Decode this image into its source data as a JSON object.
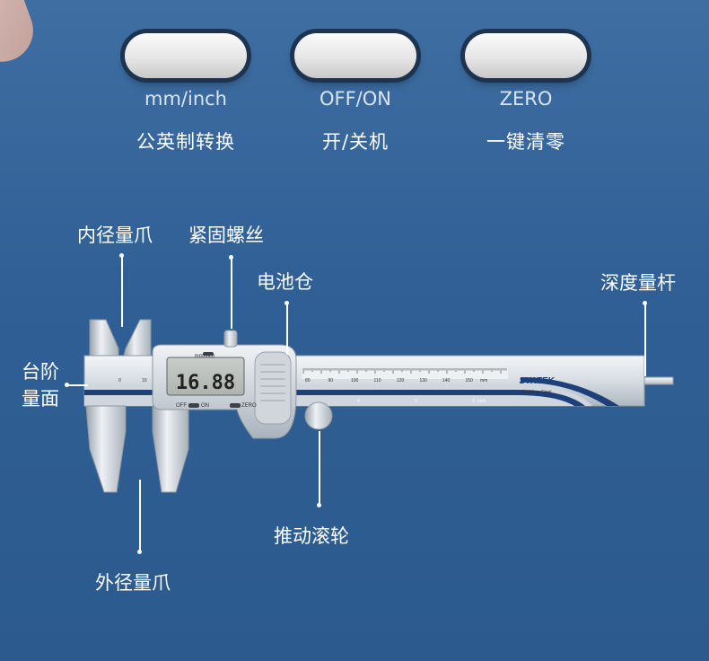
{
  "buttons": [
    {
      "label_en": "mm/inch",
      "label_cn": "公英制转换"
    },
    {
      "label_en": "OFF/ON",
      "label_cn": "开/关机"
    },
    {
      "label_en": "ZERO",
      "label_cn": "一键清零"
    }
  ],
  "callouts": {
    "inner_jaw": "内径量爪",
    "lock_screw": "紧固螺丝",
    "battery": "电池仓",
    "depth_rod": "深度量杆",
    "step_line1": "台阶",
    "step_line2": "量面",
    "thumb_roller": "推动滚轮",
    "outer_jaw": "外径量爪"
  },
  "device": {
    "display_value": "16.88",
    "display_unit": "mm/inch",
    "off_on": "OFF",
    "on": "ON",
    "zero": "ZERO",
    "brand": "SYATEK",
    "material": "Stainless Steel",
    "scale_unit_mm": "mm",
    "scale_unit_inch": "inch",
    "scale_labels_left": [
      "0",
      "10"
    ],
    "scale_labels_right": [
      "80",
      "90",
      "100",
      "110",
      "120",
      "130",
      "140",
      "150"
    ],
    "inch_labels": [
      "4",
      "5",
      "6"
    ]
  },
  "colors": {
    "background": "#2f5f94",
    "accent_stripe": "#1d3f7a",
    "steel": "#dfe4ea"
  }
}
